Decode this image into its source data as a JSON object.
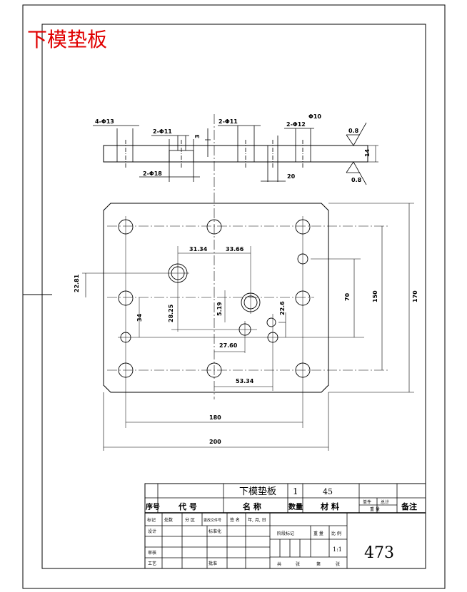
{
  "drawing_title": "下模垫板",
  "side_view": {
    "callouts": [
      "4-Φ13",
      "2-Φ11",
      "2-Φ11",
      "2-Φ12",
      "2-Φ18"
    ],
    "small_dims": [
      "3",
      "Φ10",
      "20"
    ],
    "thickness": "14",
    "roughness": [
      "0.8",
      "0.8"
    ]
  },
  "plan_view": {
    "dims_horizontal": [
      "31.34",
      "33.66",
      "27.60",
      "53.34",
      "180",
      "200"
    ],
    "dims_vertical": [
      "22.81",
      "34",
      "28.25",
      "5.19",
      "22.6",
      "70",
      "150",
      "170"
    ]
  },
  "title_block": {
    "part_name": "下模垫板",
    "quantity": "1",
    "material": "45",
    "col_headers": [
      "序号",
      "代 号",
      "名 称",
      "数量",
      "材 料",
      "单件",
      "总计",
      "重 量",
      "备注"
    ],
    "revision_headers": [
      "标记",
      "处数",
      "分 区",
      "更改文件号",
      "签 名",
      "年, 月, 日"
    ],
    "roles": [
      "设计",
      "标准化",
      "审核",
      "工艺",
      "批准"
    ],
    "stage_headers": [
      "阶段标记",
      "重 量",
      "比 例"
    ],
    "scale": "1:1",
    "sheet_labels": [
      "共",
      "张",
      "第",
      "张"
    ],
    "drawing_number": "473"
  }
}
